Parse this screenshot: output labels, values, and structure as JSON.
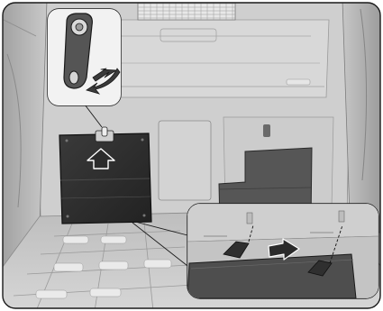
{
  "illustration": {
    "subject": "cargo-area-partition-panel-fastening",
    "callouts": [
      {
        "id": "detail-top-left",
        "depicts": "rotating-latch-with-pivot"
      },
      {
        "id": "detail-bottom-right",
        "depicts": "floor-retaining-hooks"
      }
    ],
    "arrows": [
      "latch-turn-arrow",
      "panel-lift-arrow",
      "slide-in-arrow"
    ],
    "colors": {
      "background": "#ffffff",
      "body_light": "#d4d4d4",
      "body_mid": "#b9b9b9",
      "body_shadow": "#a8a8a8",
      "panel_dark": "#2d2d2d",
      "panel_stowed": "#535353",
      "floor": "#cbcbcb",
      "line": "#1a1a1a",
      "arrow_fill": "#3a3a3a"
    }
  }
}
